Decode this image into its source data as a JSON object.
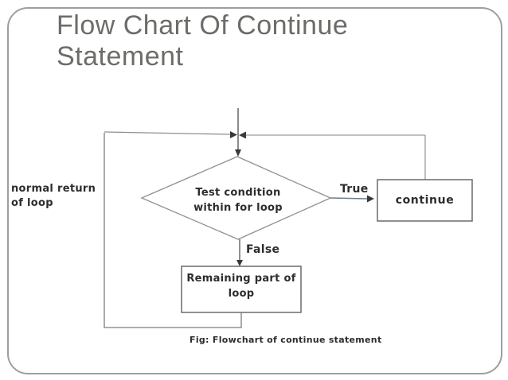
{
  "slide": {
    "title": "Flow Chart Of Continue\nStatement"
  },
  "diagram": {
    "labels": {
      "normal_return": "normal return\nof loop",
      "test_condition": "Test condition\nwithin for loop",
      "true_label": "True",
      "false_label": "False",
      "continue_box": "continue",
      "remaining_box": "Remaining part of\nloop",
      "caption": "Fig: Flowchart of continue statement"
    },
    "colors": {
      "title_text": "#6c6c68",
      "diagram_text": "#2d2d2b",
      "line_gray": "#8f8f8f",
      "line_light": "#9c9c9c",
      "line_dark": "#4d4d4d",
      "box_border": "#6a6a6a",
      "arrow": "#333a40",
      "slide_border": "#9e9e9a"
    }
  }
}
